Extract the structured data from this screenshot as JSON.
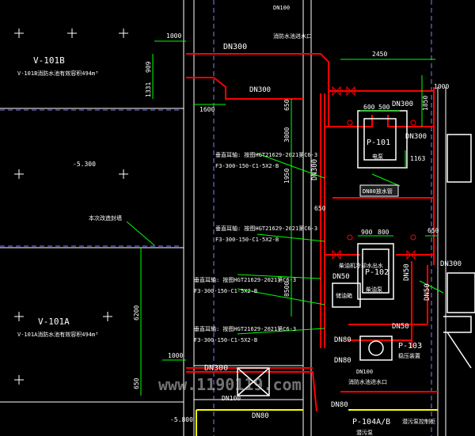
{
  "labels": {
    "tank_b_tag": "V-101B",
    "tank_b_desc": "V-101B消防水池有效容积494m³",
    "tank_a_tag": "V-101A",
    "tank_a_desc": "V-101A消防水池有效容积494m³",
    "elev_upper": "-5.300",
    "elev_lower": "-5.800",
    "wall_note": "本次改造封墙",
    "dn100_top": "DN100",
    "inlet_top": "消防水池进水口",
    "dn300_top": "DN300",
    "dn300_mid": "DN300",
    "dn300_right1": "DN300",
    "dn300_right2": "DN300",
    "dn300_right3": "DN300",
    "dn300_bottom": "DN300",
    "dn300_vertical": "DN300",
    "p101_tag": "P-101",
    "p101_sub": "电泵",
    "p102_tag": "P-102",
    "p103_tag": "P-103",
    "p103_sub": "稳压装置",
    "p104_tag": "P-104A/B",
    "p104_sub": "潜污泵",
    "pump_diesel": "柴油泵",
    "tank_fuel": "储油箱",
    "header_tag": "DN80放水管",
    "dn50_a": "DN50",
    "dn50_b": "DN50",
    "dn50_c": "DN50",
    "dn50_d": "DN50",
    "dn80_a": "DN80",
    "dn80_b": "DN80",
    "dn80_c": "DN80",
    "dn80_d": "DN80",
    "dn100_b": "DN100",
    "dn100_c": "DN100",
    "diesel_cooling": "柴油机冷却水出水",
    "inlet_bottom": "消防水池进水口",
    "drain_control": "潜污泵控制柜",
    "spec1_a": "垂直耳轴: 按图HGT21629-2021第C6-3",
    "spec1_b": "F3-300-150-C1-5X2-B",
    "spec2_a": "垂直耳轴: 按图HGT21629-2021第C6-3",
    "spec2_b": "F3-300-150-C1-5X2-B",
    "spec3_a": "垂直耳轴: 按图HGT21629-2021第C6-3",
    "spec3_b": "F3-300-150-C1-5X2-B",
    "spec4_a": "垂直耳轴: 按图HGT21629-2021第C6-3",
    "spec4_b": "F3-300-150-C1-5X2-B",
    "watermark": "www.1190119.com"
  },
  "dimensions": {
    "d1000_top": "1000",
    "d909": "909",
    "d1331": "1331",
    "d1600": "1600",
    "d650": "650",
    "d3000": "3000",
    "d1950": "1950",
    "d650_mid": "650",
    "d8500": "8500",
    "d6200": "6200",
    "d1000_bottom": "1000",
    "d650_bottom": "650",
    "d2450": "2450",
    "d600": "600",
    "d500": "500",
    "d1163": "1163",
    "d900": "900",
    "d800": "800",
    "d650_right": "650",
    "d1850": "1850",
    "d1000_right": "1000"
  },
  "colors": {
    "background": "#000000",
    "pipe": "#ff0000",
    "equipment": "#ffffff",
    "dimension": "#00ff00",
    "text_yellow": "#ffff00",
    "leader": "#00ff00",
    "wall": "#ffffff",
    "highlight": "#ffff00"
  }
}
